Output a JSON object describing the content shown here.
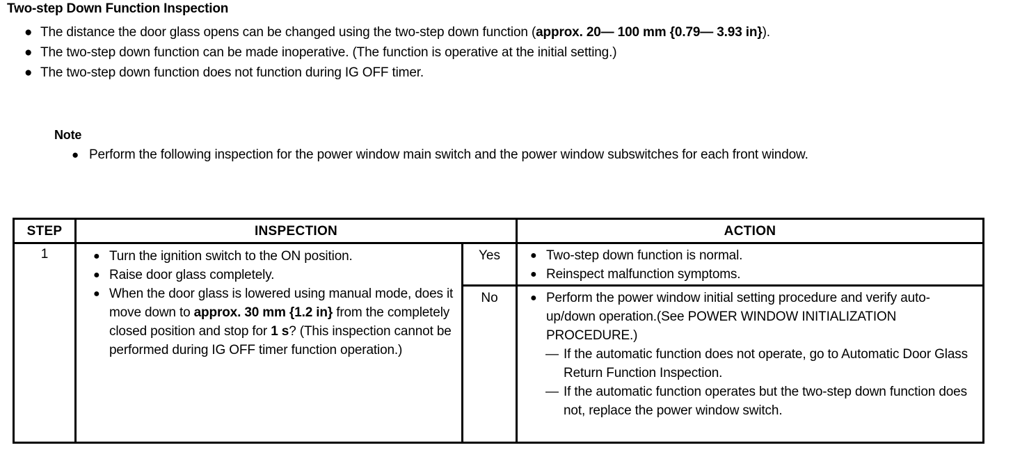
{
  "document": {
    "title": "Two-step Down Function Inspection",
    "bullets": [
      {
        "parts": [
          {
            "text": "The distance the door glass opens can be changed using the two-step down function (",
            "bold": false
          },
          {
            "text": "approx. 20— 100 mm {0.79— 3.93 in}",
            "bold": true
          },
          {
            "text": ").",
            "bold": false
          }
        ],
        "plain": "The distance the door glass opens can be changed using the two-step down function (approx. 20— 100 mm {0.79— 3.93 in})."
      },
      {
        "parts": [
          {
            "text": "The two-step down function can be made inoperative. (The function is operative at the initial setting.)",
            "bold": false
          }
        ],
        "plain": "The two-step down function can be made inoperative. (The function is operative at the initial setting.)"
      },
      {
        "parts": [
          {
            "text": "The two-step down function does not function during IG OFF timer.",
            "bold": false
          }
        ],
        "plain": "The two-step down function does not function during IG OFF timer."
      }
    ],
    "note": {
      "heading": "Note",
      "items": [
        "Perform the following inspection for the power window main switch and the power window subswitches for each front window."
      ]
    }
  },
  "table": {
    "headers": {
      "step": "STEP",
      "inspection": "INSPECTION",
      "action": "ACTION"
    },
    "rows": [
      {
        "step": "1",
        "inspection_items": [
          {
            "plain": "Turn the ignition switch to the ON position.",
            "parts": [
              {
                "text": "Turn the ignition switch to the ON position.",
                "bold": false
              }
            ]
          },
          {
            "plain": "Raise door glass completely.",
            "parts": [
              {
                "text": "Raise door glass completely.",
                "bold": false
              }
            ]
          },
          {
            "plain": "When the door glass is lowered using manual mode, does it move down to approx. 30 mm {1.2 in} from the completely closed position and stop for 1 s? (This inspection cannot be performed during IG OFF timer function operation.)",
            "parts": [
              {
                "text": "When the door glass is lowered using manual mode, does it move down to ",
                "bold": false
              },
              {
                "text": "approx. 30 mm {1.2 in}",
                "bold": true
              },
              {
                "text": " from the completely closed position and stop for ",
                "bold": false
              },
              {
                "text": "1 s",
                "bold": true
              },
              {
                "text": "? (This inspection cannot be performed during IG OFF timer function operation.)",
                "bold": false
              }
            ]
          }
        ],
        "results": [
          {
            "answer": "Yes",
            "actions": [
              {
                "text": "Two-step down function is normal.",
                "subitems": []
              },
              {
                "text": "Reinspect malfunction symptoms.",
                "subitems": []
              }
            ]
          },
          {
            "answer": "No",
            "actions": [
              {
                "text": "Perform the power window initial setting procedure and verify auto-up/down operation.(See POWER WINDOW INITIALIZATION PROCEDURE.)",
                "subitems": [
                  "If the automatic function does not operate, go to Automatic Door Glass Return Function Inspection.",
                  "If the automatic function operates but the two-step down function does not, replace the power window switch."
                ]
              }
            ]
          }
        ]
      }
    ]
  },
  "glyphs": {
    "bullet": "●",
    "dash": "—"
  },
  "colors": {
    "text": "#000000",
    "background": "#ffffff",
    "border": "#000000"
  }
}
